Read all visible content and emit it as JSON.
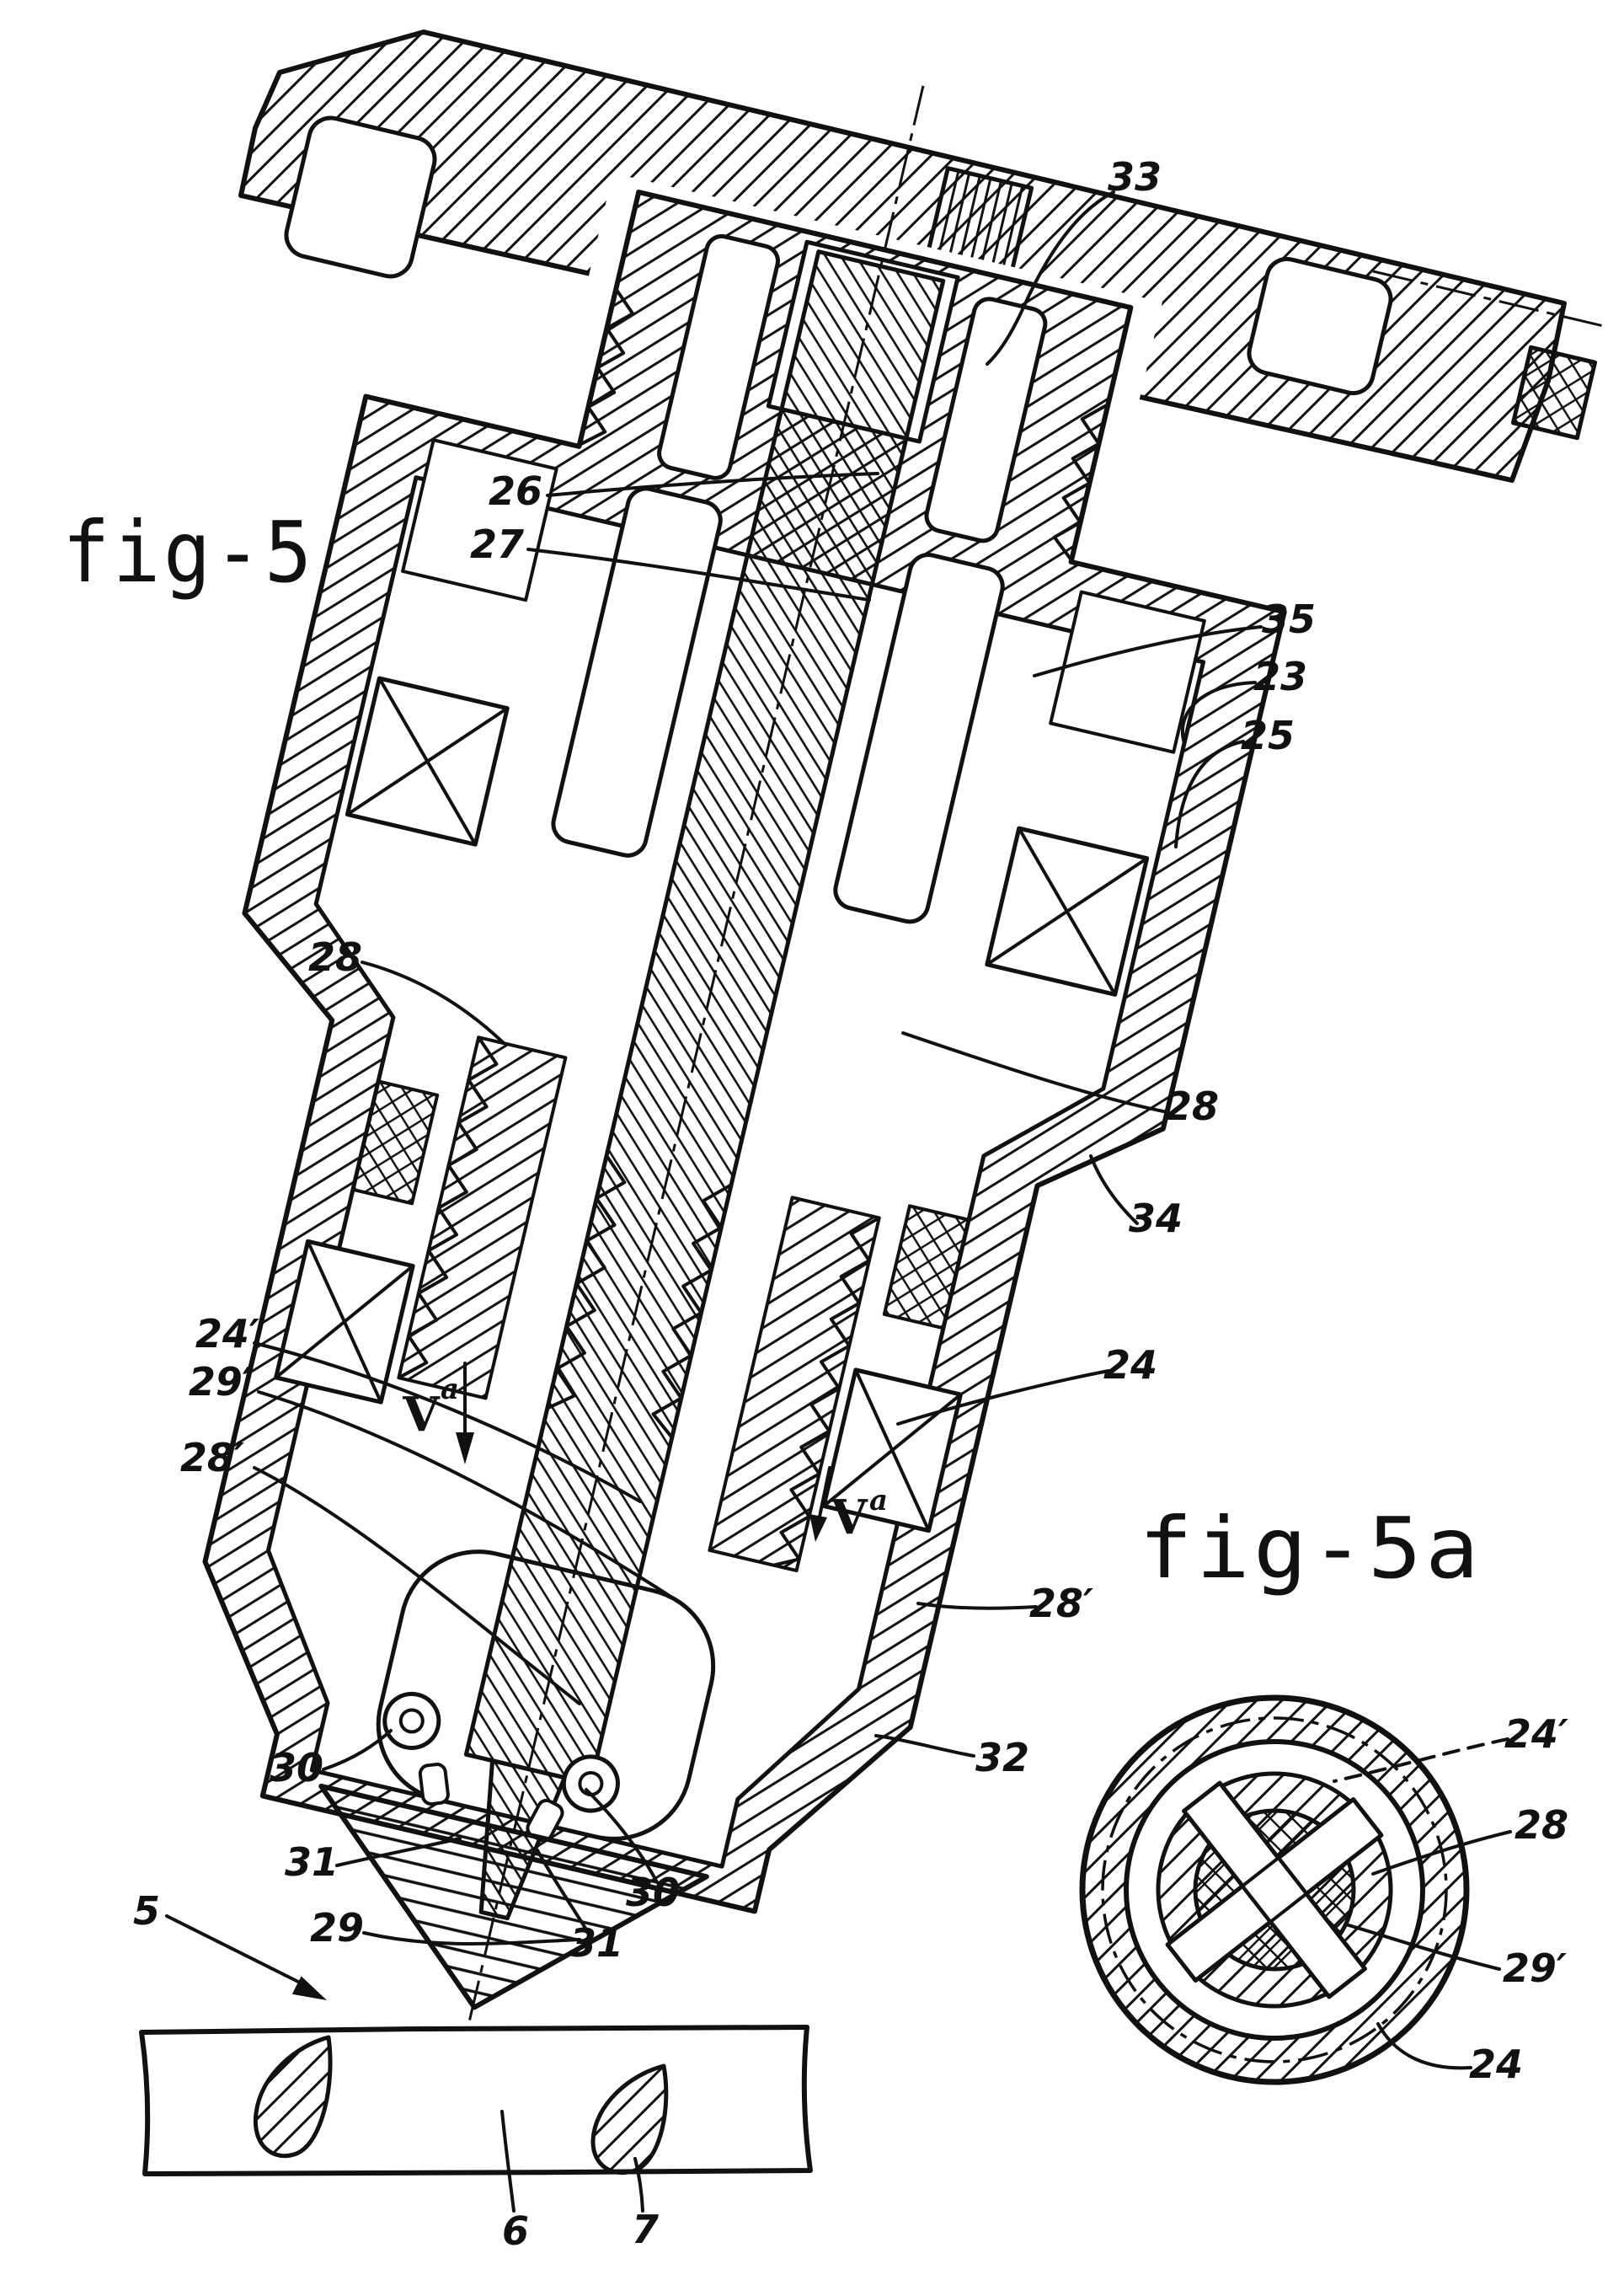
{
  "figures": {
    "fig5": {
      "title": "fig-5"
    },
    "fig5a": {
      "title": "fig-5a"
    }
  },
  "section_markers": [
    {
      "letter": "V",
      "sup": "a"
    },
    {
      "letter": "V",
      "sup": "a"
    }
  ],
  "labels": [
    {
      "text": "33"
    },
    {
      "text": "26"
    },
    {
      "text": "27"
    },
    {
      "text": "35"
    },
    {
      "text": "23"
    },
    {
      "text": "25"
    },
    {
      "text": "28"
    },
    {
      "text": "28"
    },
    {
      "text": "34"
    },
    {
      "text": "24′"
    },
    {
      "text": "29′"
    },
    {
      "text": "28′"
    },
    {
      "text": "24"
    },
    {
      "text": "28′"
    },
    {
      "text": "32"
    },
    {
      "text": "30"
    },
    {
      "text": "31"
    },
    {
      "text": "29"
    },
    {
      "text": "31"
    },
    {
      "text": "30"
    },
    {
      "text": "5"
    },
    {
      "text": "6"
    },
    {
      "text": "7"
    },
    {
      "text": "24′"
    },
    {
      "text": "28"
    },
    {
      "text": "29′"
    },
    {
      "text": "24"
    }
  ],
  "colors": {
    "ink": "#111111",
    "paper": "#ffffff"
  }
}
